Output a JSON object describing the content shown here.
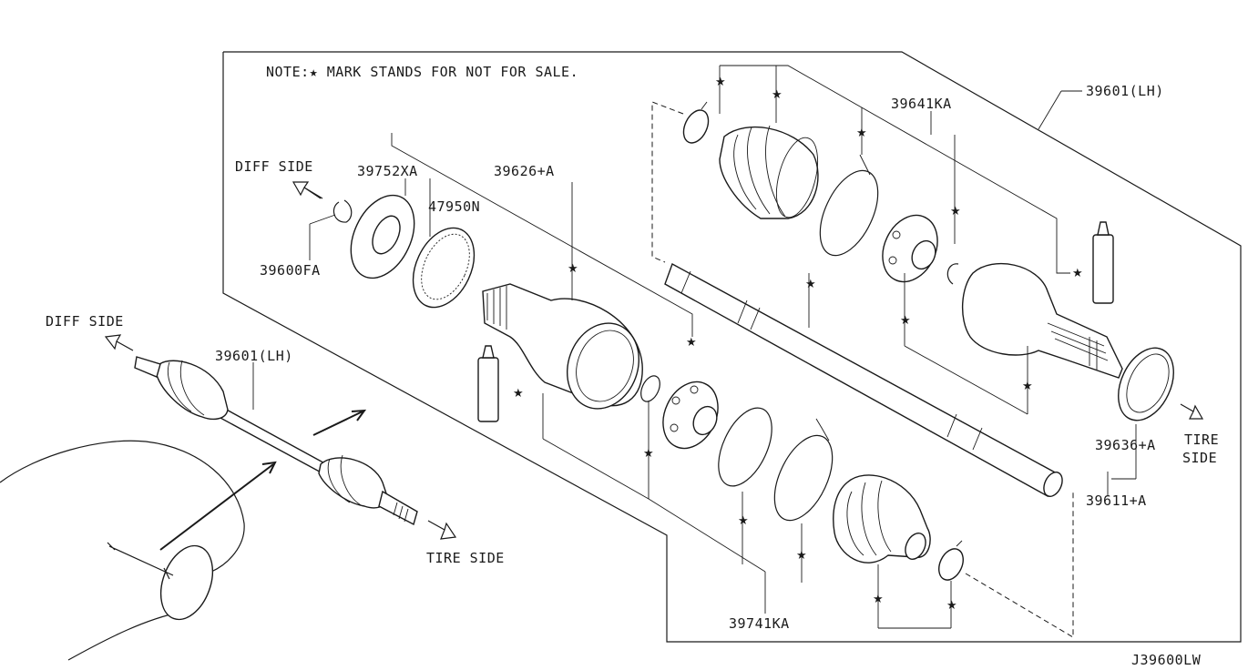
{
  "note": "NOTE:★ MARK STANDS FOR NOT FOR SALE.",
  "diagram_id": "J39600LW",
  "star_symbol": "★",
  "labels": {
    "p39601_lh_top": "39601(LH)",
    "p39641ka": "39641KA",
    "p39752xa": "39752XA",
    "p39626a": "39626+A",
    "p47950n": "47950N",
    "p39600fa": "39600FA",
    "p39601_lh_left": "39601(LH)",
    "p39636a": "39636+A",
    "p39611a": "39611+A",
    "p39741ka": "39741KA"
  },
  "direction_labels": {
    "diff_side_inner": "DIFF SIDE",
    "diff_side_outer": "DIFF SIDE",
    "tire_side_outer": "TIRE SIDE",
    "tire_side_inner_line1": "TIRE",
    "tire_side_inner_line2": "SIDE"
  },
  "colors": {
    "ink": "#1a1a1a",
    "background": "#ffffff"
  }
}
